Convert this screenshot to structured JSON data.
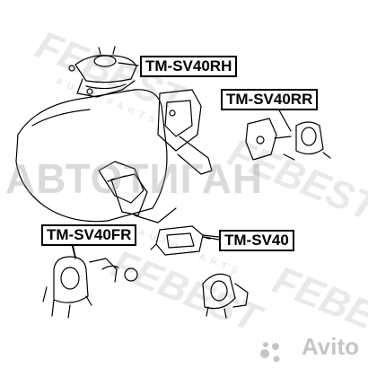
{
  "labels": {
    "rh": "TM-SV40RH",
    "rr": "TM-SV40RR",
    "fr": "TM-SV40FR",
    "sv": "TM-SV40"
  },
  "watermarks": {
    "brand": "FEBEST",
    "auto_parts": "AUTO PARTS",
    "overlay": "АВТОТИГАН",
    "marketplace": "Avito"
  },
  "colors": {
    "line": "#000000",
    "watermark": "#c9c9c9"
  }
}
